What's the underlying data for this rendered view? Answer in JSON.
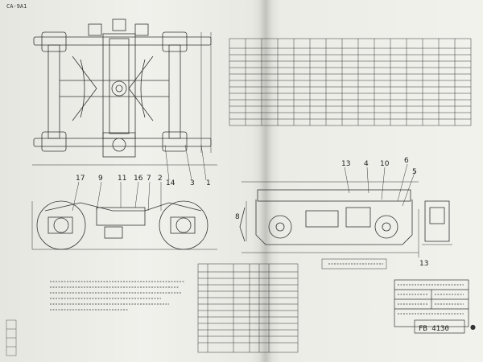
{
  "page_code": "CA-9A1",
  "callouts_side_view": [
    "17",
    "9",
    "11",
    "16",
    "7",
    "2"
  ],
  "callouts_top_view": [
    "14",
    "3",
    "1"
  ],
  "callouts_right_view": [
    "13",
    "4",
    "10",
    "6",
    "5"
  ],
  "callout_small": "8",
  "callout_detail": "13",
  "drawing_number": "FB 4130",
  "stamp_mark": "●"
}
